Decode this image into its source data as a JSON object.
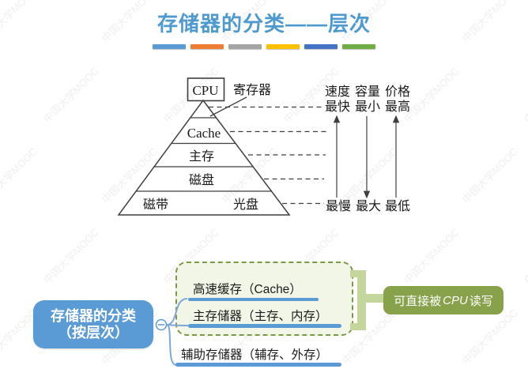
{
  "title": "存储器的分类——层次",
  "watermark": {
    "text": "中国大学MOOC"
  },
  "accent_bars": [
    "#5B9BD5",
    "#ED7D31",
    "#A5A5A5",
    "#FFC000",
    "#4472C4",
    "#70AD47"
  ],
  "pyramid": {
    "cpu": "CPU",
    "register": "寄存器",
    "level_cache": "Cache",
    "level_main": "主存",
    "level_disk": "磁盘",
    "level_tape": "磁带",
    "level_optical": "光盘"
  },
  "metrics": {
    "header_speed": "速度",
    "header_capacity": "容量",
    "header_price": "价格",
    "top_speed": "最快",
    "top_capacity": "最小",
    "top_price": "最高",
    "bottom_speed": "最慢",
    "bottom_capacity": "最大",
    "bottom_price": "最低",
    "arrow_directions": [
      "up",
      "down",
      "up"
    ]
  },
  "mindmap": {
    "root_line1": "存储器的分类",
    "root_line2": "（按层次）",
    "collapse_glyph": "−",
    "items": {
      "cache": "高速缓存（Cache）",
      "main": "主存储器（主存、内存）",
      "aux": "辅助存储器（辅存、外存）"
    },
    "note": {
      "prefix": "可直接被 ",
      "cpu": "CPU",
      "suffix": " 读写"
    }
  },
  "colors": {
    "title_blue": "#4E9ACF",
    "accent_blue": "#5B9BD5",
    "branch_blue": "#7FA8D8",
    "olive": "#87A24A",
    "olive_light": "#C3D69B",
    "dash_green": "#7C9A45",
    "panel_green_fill": "#F1F6E7",
    "line_dark": "#3F3F3F"
  }
}
